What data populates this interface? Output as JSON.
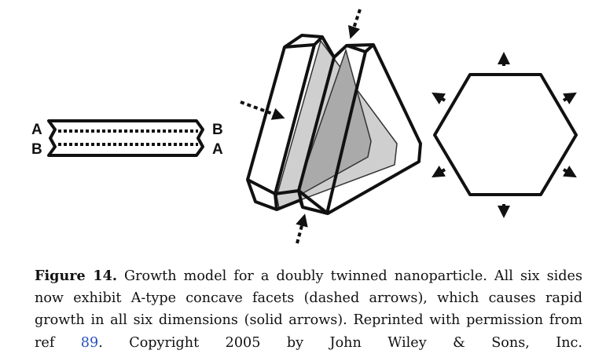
{
  "figure": {
    "labels": {
      "left_top": "A",
      "left_bottom": "B",
      "right_top": "B",
      "right_bottom": "A"
    },
    "colors": {
      "stroke": "#111111",
      "plane_light": "#c8c8c8",
      "plane_dark": "#a8a8a8",
      "ref_link": "#2a52be"
    }
  },
  "caption": {
    "figure_number": "Figure 14.",
    "text_before_ref": " Growth model for a doubly twinned nanoparticle. All six sides now exhibit A-type concave facets (dashed arrows), which causes rapid growth in all six dimensions (solid arrows). Reprinted with permission from ref ",
    "ref_number": "89",
    "text_after_ref": ". Copyright 2005 by John Wiley & Sons, Inc."
  }
}
